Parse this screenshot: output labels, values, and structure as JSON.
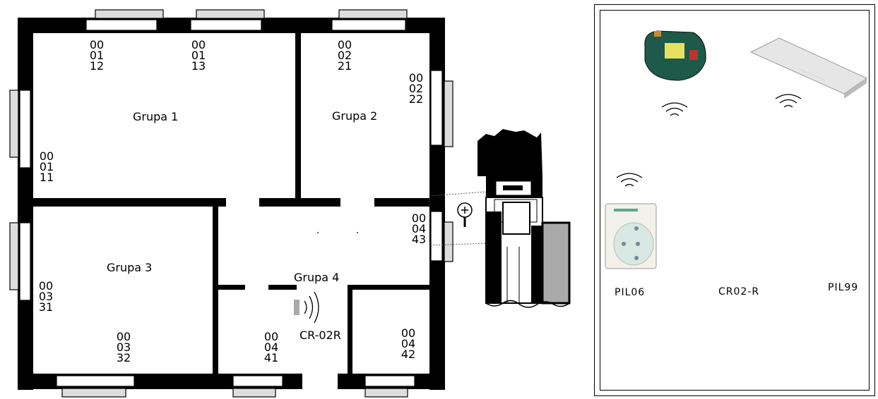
{
  "plan": {
    "groups": [
      {
        "label": "Grupa 1"
      },
      {
        "label": "Grupa 2"
      },
      {
        "label": "Grupa 3"
      },
      {
        "label": "Grupa 4"
      }
    ],
    "device_codes": [
      {
        "lines": [
          "00",
          "01",
          "12"
        ]
      },
      {
        "lines": [
          "00",
          "01",
          "13"
        ]
      },
      {
        "lines": [
          "00",
          "02",
          "21"
        ]
      },
      {
        "lines": [
          "00",
          "02",
          "22"
        ]
      },
      {
        "lines": [
          "00",
          "01",
          "11"
        ]
      },
      {
        "lines": [
          "00",
          "04",
          "43"
        ]
      },
      {
        "lines": [
          "00",
          "03",
          "31"
        ]
      },
      {
        "lines": [
          "00",
          "03",
          "32"
        ]
      },
      {
        "lines": [
          "00",
          "04",
          "41"
        ]
      },
      {
        "lines": [
          "00",
          "04",
          "42"
        ]
      }
    ],
    "controller_label": "CR-02R"
  },
  "devices": {
    "pil06": "PIL06",
    "cr02r": "CR02-R",
    "pil99": "PIL99"
  }
}
